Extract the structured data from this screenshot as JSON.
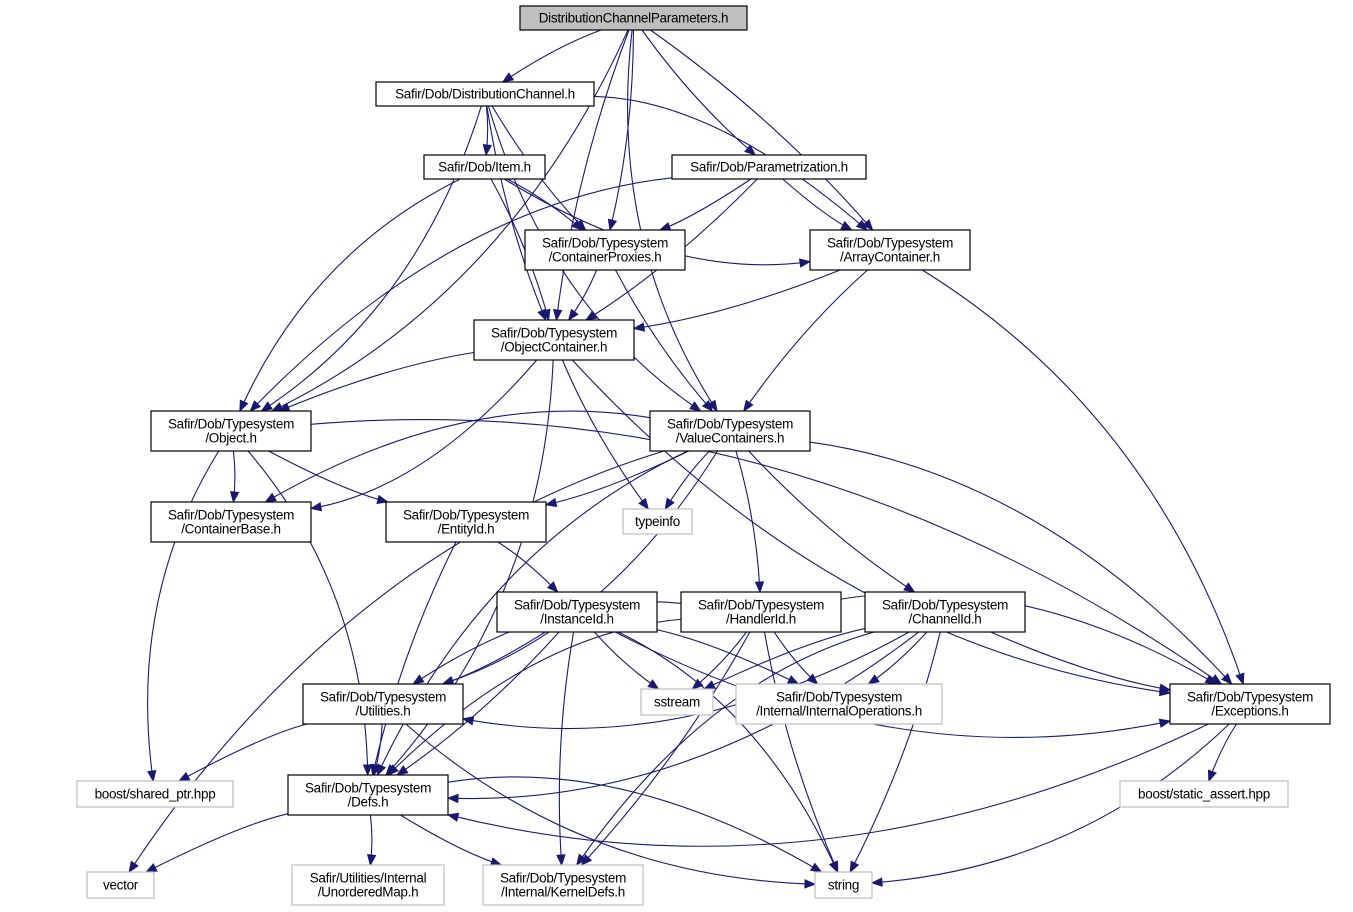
{
  "title": "DistributionChannelParameters.h include dependency graph",
  "colors": {
    "edge": "#191970",
    "root_fill": "#bfbfbf",
    "external_border": "#bfbfbf",
    "node_border": "#000000"
  },
  "nodes": [
    {
      "id": "root",
      "lines": [
        "DistributionChannelParameters.h"
      ],
      "kind": "root"
    },
    {
      "id": "distchan",
      "lines": [
        "Safir/Dob/DistributionChannel.h"
      ],
      "kind": "local"
    },
    {
      "id": "item",
      "lines": [
        "Safir/Dob/Item.h"
      ],
      "kind": "local"
    },
    {
      "id": "param",
      "lines": [
        "Safir/Dob/Parametrization.h"
      ],
      "kind": "local"
    },
    {
      "id": "proxies",
      "lines": [
        "Safir/Dob/Typesystem",
        "/ContainerProxies.h"
      ],
      "kind": "local"
    },
    {
      "id": "array",
      "lines": [
        "Safir/Dob/Typesystem",
        "/ArrayContainer.h"
      ],
      "kind": "local"
    },
    {
      "id": "objcont",
      "lines": [
        "Safir/Dob/Typesystem",
        "/ObjectContainer.h"
      ],
      "kind": "local"
    },
    {
      "id": "object",
      "lines": [
        "Safir/Dob/Typesystem",
        "/Object.h"
      ],
      "kind": "local"
    },
    {
      "id": "valcont",
      "lines": [
        "Safir/Dob/Typesystem",
        "/ValueContainers.h"
      ],
      "kind": "local"
    },
    {
      "id": "contbase",
      "lines": [
        "Safir/Dob/Typesystem",
        "/ContainerBase.h"
      ],
      "kind": "local"
    },
    {
      "id": "entityid",
      "lines": [
        "Safir/Dob/Typesystem",
        "/EntityId.h"
      ],
      "kind": "local"
    },
    {
      "id": "typeinfo",
      "lines": [
        "typeinfo"
      ],
      "kind": "external"
    },
    {
      "id": "instid",
      "lines": [
        "Safir/Dob/Typesystem",
        "/InstanceId.h"
      ],
      "kind": "local"
    },
    {
      "id": "handlerid",
      "lines": [
        "Safir/Dob/Typesystem",
        "/HandlerId.h"
      ],
      "kind": "local"
    },
    {
      "id": "chanid",
      "lines": [
        "Safir/Dob/Typesystem",
        "/ChannelId.h"
      ],
      "kind": "local"
    },
    {
      "id": "utilities",
      "lines": [
        "Safir/Dob/Typesystem",
        "/Utilities.h"
      ],
      "kind": "local"
    },
    {
      "id": "sstream",
      "lines": [
        "sstream"
      ],
      "kind": "external"
    },
    {
      "id": "internalops",
      "lines": [
        "Safir/Dob/Typesystem",
        "/Internal/InternalOperations.h"
      ],
      "kind": "external"
    },
    {
      "id": "exceptions",
      "lines": [
        "Safir/Dob/Typesystem",
        "/Exceptions.h"
      ],
      "kind": "local"
    },
    {
      "id": "sharedptr",
      "lines": [
        "boost/shared_ptr.hpp"
      ],
      "kind": "external"
    },
    {
      "id": "defs",
      "lines": [
        "Safir/Dob/Typesystem",
        "/Defs.h"
      ],
      "kind": "local"
    },
    {
      "id": "staticassert",
      "lines": [
        "boost/static_assert.hpp"
      ],
      "kind": "external"
    },
    {
      "id": "vector",
      "lines": [
        "vector"
      ],
      "kind": "external"
    },
    {
      "id": "unordmap",
      "lines": [
        "Safir/Utilities/Internal",
        "/UnorderedMap.h"
      ],
      "kind": "external"
    },
    {
      "id": "kerneldefs",
      "lines": [
        "Safir/Dob/Typesystem",
        "/Internal/KernelDefs.h"
      ],
      "kind": "external"
    },
    {
      "id": "string",
      "lines": [
        "string"
      ],
      "kind": "external"
    }
  ],
  "edges": [
    [
      "root",
      "distchan"
    ],
    [
      "root",
      "proxies"
    ],
    [
      "root",
      "param"
    ],
    [
      "root",
      "array"
    ],
    [
      "root",
      "objcont"
    ],
    [
      "root",
      "object"
    ],
    [
      "root",
      "valcont"
    ],
    [
      "distchan",
      "item"
    ],
    [
      "distchan",
      "proxies"
    ],
    [
      "distchan",
      "array"
    ],
    [
      "distchan",
      "objcont"
    ],
    [
      "distchan",
      "object"
    ],
    [
      "distchan",
      "valcont"
    ],
    [
      "item",
      "proxies"
    ],
    [
      "item",
      "array"
    ],
    [
      "item",
      "objcont"
    ],
    [
      "item",
      "object"
    ],
    [
      "param",
      "proxies"
    ],
    [
      "param",
      "array"
    ],
    [
      "param",
      "objcont"
    ],
    [
      "param",
      "object"
    ],
    [
      "proxies",
      "objcont"
    ],
    [
      "proxies",
      "valcont"
    ],
    [
      "array",
      "objcont"
    ],
    [
      "array",
      "valcont"
    ],
    [
      "array",
      "exceptions"
    ],
    [
      "objcont",
      "object"
    ],
    [
      "objcont",
      "contbase"
    ],
    [
      "objcont",
      "typeinfo"
    ],
    [
      "objcont",
      "defs"
    ],
    [
      "objcont",
      "exceptions"
    ],
    [
      "object",
      "contbase"
    ],
    [
      "object",
      "entityid"
    ],
    [
      "object",
      "defs"
    ],
    [
      "object",
      "sharedptr"
    ],
    [
      "object",
      "exceptions"
    ],
    [
      "valcont",
      "contbase"
    ],
    [
      "valcont",
      "entityid"
    ],
    [
      "valcont",
      "typeinfo"
    ],
    [
      "valcont",
      "handlerid"
    ],
    [
      "valcont",
      "chanid"
    ],
    [
      "valcont",
      "utilities"
    ],
    [
      "valcont",
      "defs"
    ],
    [
      "valcont",
      "exceptions"
    ],
    [
      "valcont",
      "vector"
    ],
    [
      "entityid",
      "instid"
    ],
    [
      "entityid",
      "defs"
    ],
    [
      "instid",
      "utilities"
    ],
    [
      "instid",
      "sstream"
    ],
    [
      "instid",
      "internalops"
    ],
    [
      "instid",
      "exceptions"
    ],
    [
      "instid",
      "defs"
    ],
    [
      "instid",
      "kerneldefs"
    ],
    [
      "instid",
      "string"
    ],
    [
      "handlerid",
      "utilities"
    ],
    [
      "handlerid",
      "sstream"
    ],
    [
      "handlerid",
      "internalops"
    ],
    [
      "handlerid",
      "exceptions"
    ],
    [
      "handlerid",
      "defs"
    ],
    [
      "handlerid",
      "kerneldefs"
    ],
    [
      "handlerid",
      "string"
    ],
    [
      "chanid",
      "utilities"
    ],
    [
      "chanid",
      "sstream"
    ],
    [
      "chanid",
      "internalops"
    ],
    [
      "chanid",
      "exceptions"
    ],
    [
      "chanid",
      "defs"
    ],
    [
      "chanid",
      "kerneldefs"
    ],
    [
      "chanid",
      "string"
    ],
    [
      "utilities",
      "sharedptr"
    ],
    [
      "utilities",
      "defs"
    ],
    [
      "utilities",
      "string"
    ],
    [
      "exceptions",
      "defs"
    ],
    [
      "exceptions",
      "staticassert"
    ],
    [
      "exceptions",
      "string"
    ],
    [
      "defs",
      "vector"
    ],
    [
      "defs",
      "unordmap"
    ],
    [
      "defs",
      "kerneldefs"
    ],
    [
      "defs",
      "string"
    ]
  ]
}
